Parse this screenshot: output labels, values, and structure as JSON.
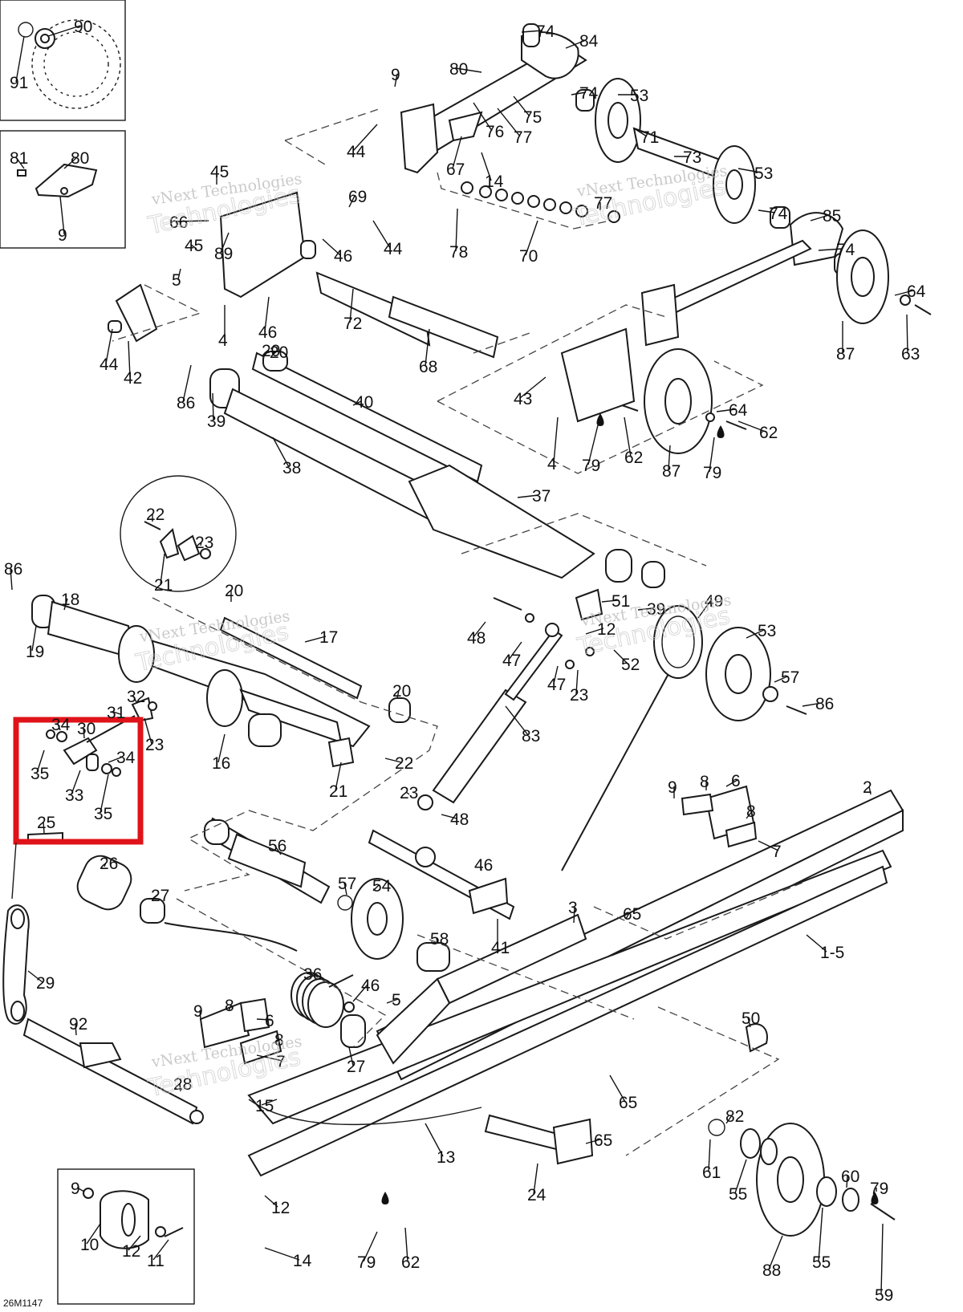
{
  "diagram_code": "26M1147",
  "watermarks": [
    {
      "line1": "vNext Technologies",
      "line2": "Technologies"
    },
    {
      "line1": "vNext Technologies",
      "line2": "Technologies"
    },
    {
      "line1": "vNext Technologies",
      "line2": "Technologies"
    },
    {
      "line1": "vNext Technologies",
      "line2": "Technologies"
    },
    {
      "line1": "vNext Technologies",
      "line2": "Technologies"
    }
  ],
  "highlight_color": "#e0131a",
  "callouts": [
    "90",
    "91",
    "81",
    "80",
    "9",
    "74",
    "84",
    "80",
    "9",
    "74",
    "53",
    "75",
    "76",
    "77",
    "44",
    "71",
    "73",
    "67",
    "14",
    "53",
    "45",
    "69",
    "77",
    "74",
    "66",
    "45",
    "89",
    "44",
    "46",
    "78",
    "70",
    "85",
    "74",
    "5",
    "72",
    "46",
    "4",
    "64",
    "44",
    "42",
    "68",
    "87",
    "63",
    "20",
    "86",
    "39",
    "40",
    "43",
    "64",
    "62",
    "4",
    "79",
    "62",
    "87",
    "79",
    "38",
    "37",
    "22",
    "23",
    "21",
    "86",
    "20",
    "20",
    "18",
    "17",
    "19",
    "48",
    "51",
    "49",
    "39",
    "47",
    "12",
    "53",
    "52",
    "57",
    "47",
    "23",
    "86",
    "32",
    "31",
    "34",
    "30",
    "23",
    "20",
    "34",
    "35",
    "33",
    "35",
    "16",
    "21",
    "22",
    "83",
    "23",
    "48",
    "9",
    "8",
    "6",
    "2",
    "8",
    "7",
    "25",
    "26",
    "56",
    "46",
    "57",
    "54",
    "27",
    "3",
    "65",
    "58",
    "41",
    "1-5",
    "29",
    "36",
    "46",
    "5",
    "92",
    "9",
    "8",
    "6",
    "27",
    "8",
    "7",
    "50",
    "28",
    "65",
    "15",
    "82",
    "12",
    "13",
    "65",
    "61",
    "55",
    "9",
    "24",
    "60",
    "79",
    "10",
    "12",
    "11",
    "14",
    "79",
    "62",
    "88",
    "55",
    "59"
  ]
}
